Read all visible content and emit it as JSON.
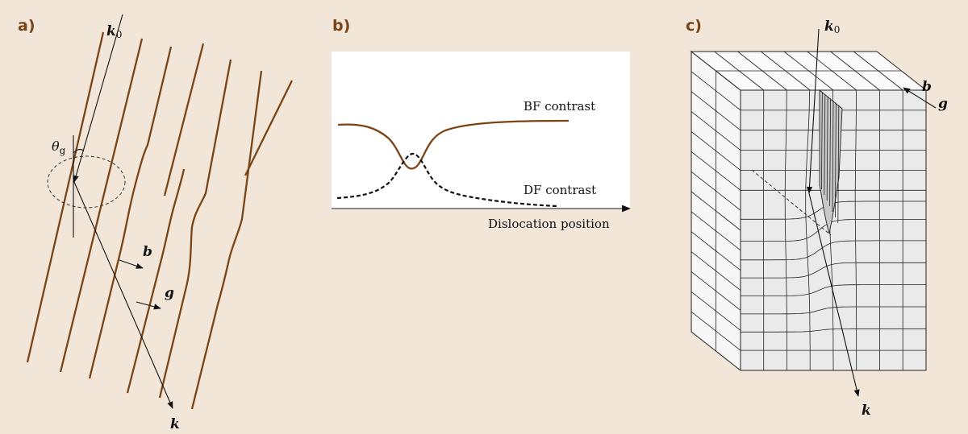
{
  "panels": {
    "a": {
      "label": "a)",
      "k0": "k",
      "k0_sub": "0",
      "theta": "θ",
      "theta_sub": "g",
      "b": "b",
      "g": "g",
      "k": "k"
    },
    "b": {
      "label": "b)",
      "bf_label": "BF contrast",
      "df_label": "DF contrast",
      "x_axis_label": "Dislocation position"
    },
    "c": {
      "label": "c)",
      "k0": "k",
      "k0_sub": "0",
      "b": "b",
      "g": "g",
      "k": "k"
    }
  },
  "colors": {
    "background": "#f1e6d8",
    "accent": "#7a4416",
    "plot_background": "#ffffff",
    "block_face": "#eaeaea"
  }
}
